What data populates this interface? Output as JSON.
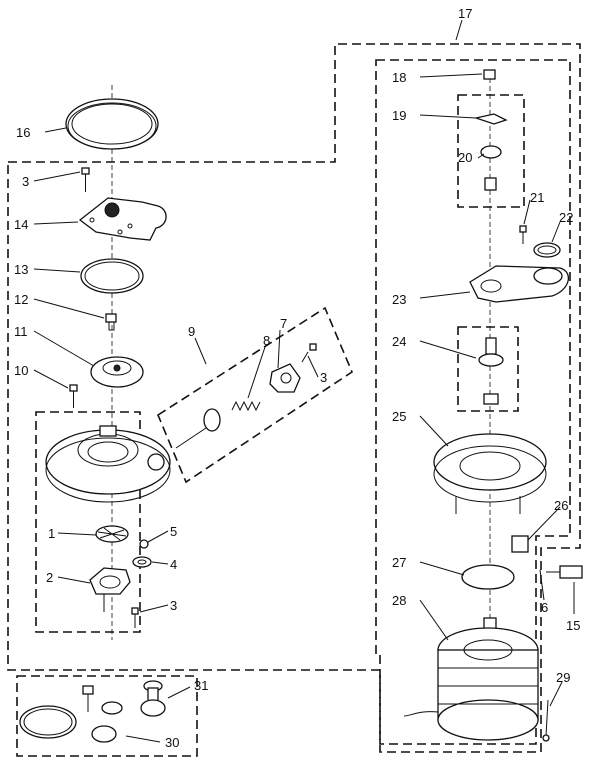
{
  "labels": {
    "l1": "1",
    "l2": "2",
    "l3a": "3",
    "l3b": "3",
    "l3c": "3",
    "l4": "4",
    "l5": "5",
    "l6": "6",
    "l7": "7",
    "l8": "8",
    "l9": "9",
    "l10": "10",
    "l11": "11",
    "l12": "12",
    "l13": "13",
    "l14": "14",
    "l15": "15",
    "l16": "16",
    "l17": "17",
    "l18": "18",
    "l19": "19",
    "l20": "20",
    "l21": "21",
    "l22": "22",
    "l23": "23",
    "l24": "24",
    "l25": "25",
    "l26": "26",
    "l27": "27",
    "l28": "28",
    "l29": "29",
    "l30": "30",
    "l31": "31"
  }
}
